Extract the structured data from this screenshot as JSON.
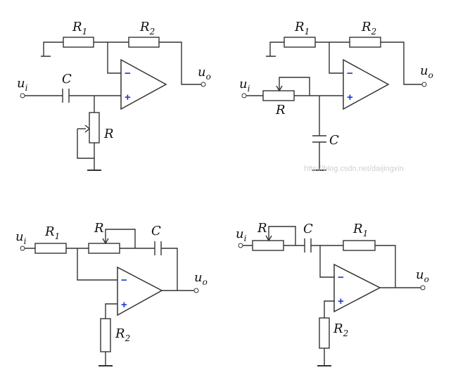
{
  "labels": {
    "r1": "R",
    "r1_sub": "1",
    "r2": "R",
    "r2_sub": "2",
    "r": "R",
    "c": "C",
    "ui": "u",
    "ui_sub": "i",
    "uo": "u",
    "uo_sub": "o",
    "minus": "−",
    "plus": "+"
  },
  "colors": {
    "wire": "#333333",
    "sign": "#1a3ad6",
    "watermark": "#d0d0d0"
  },
  "watermark": "http://blog.csdn.net/daijingxin"
}
